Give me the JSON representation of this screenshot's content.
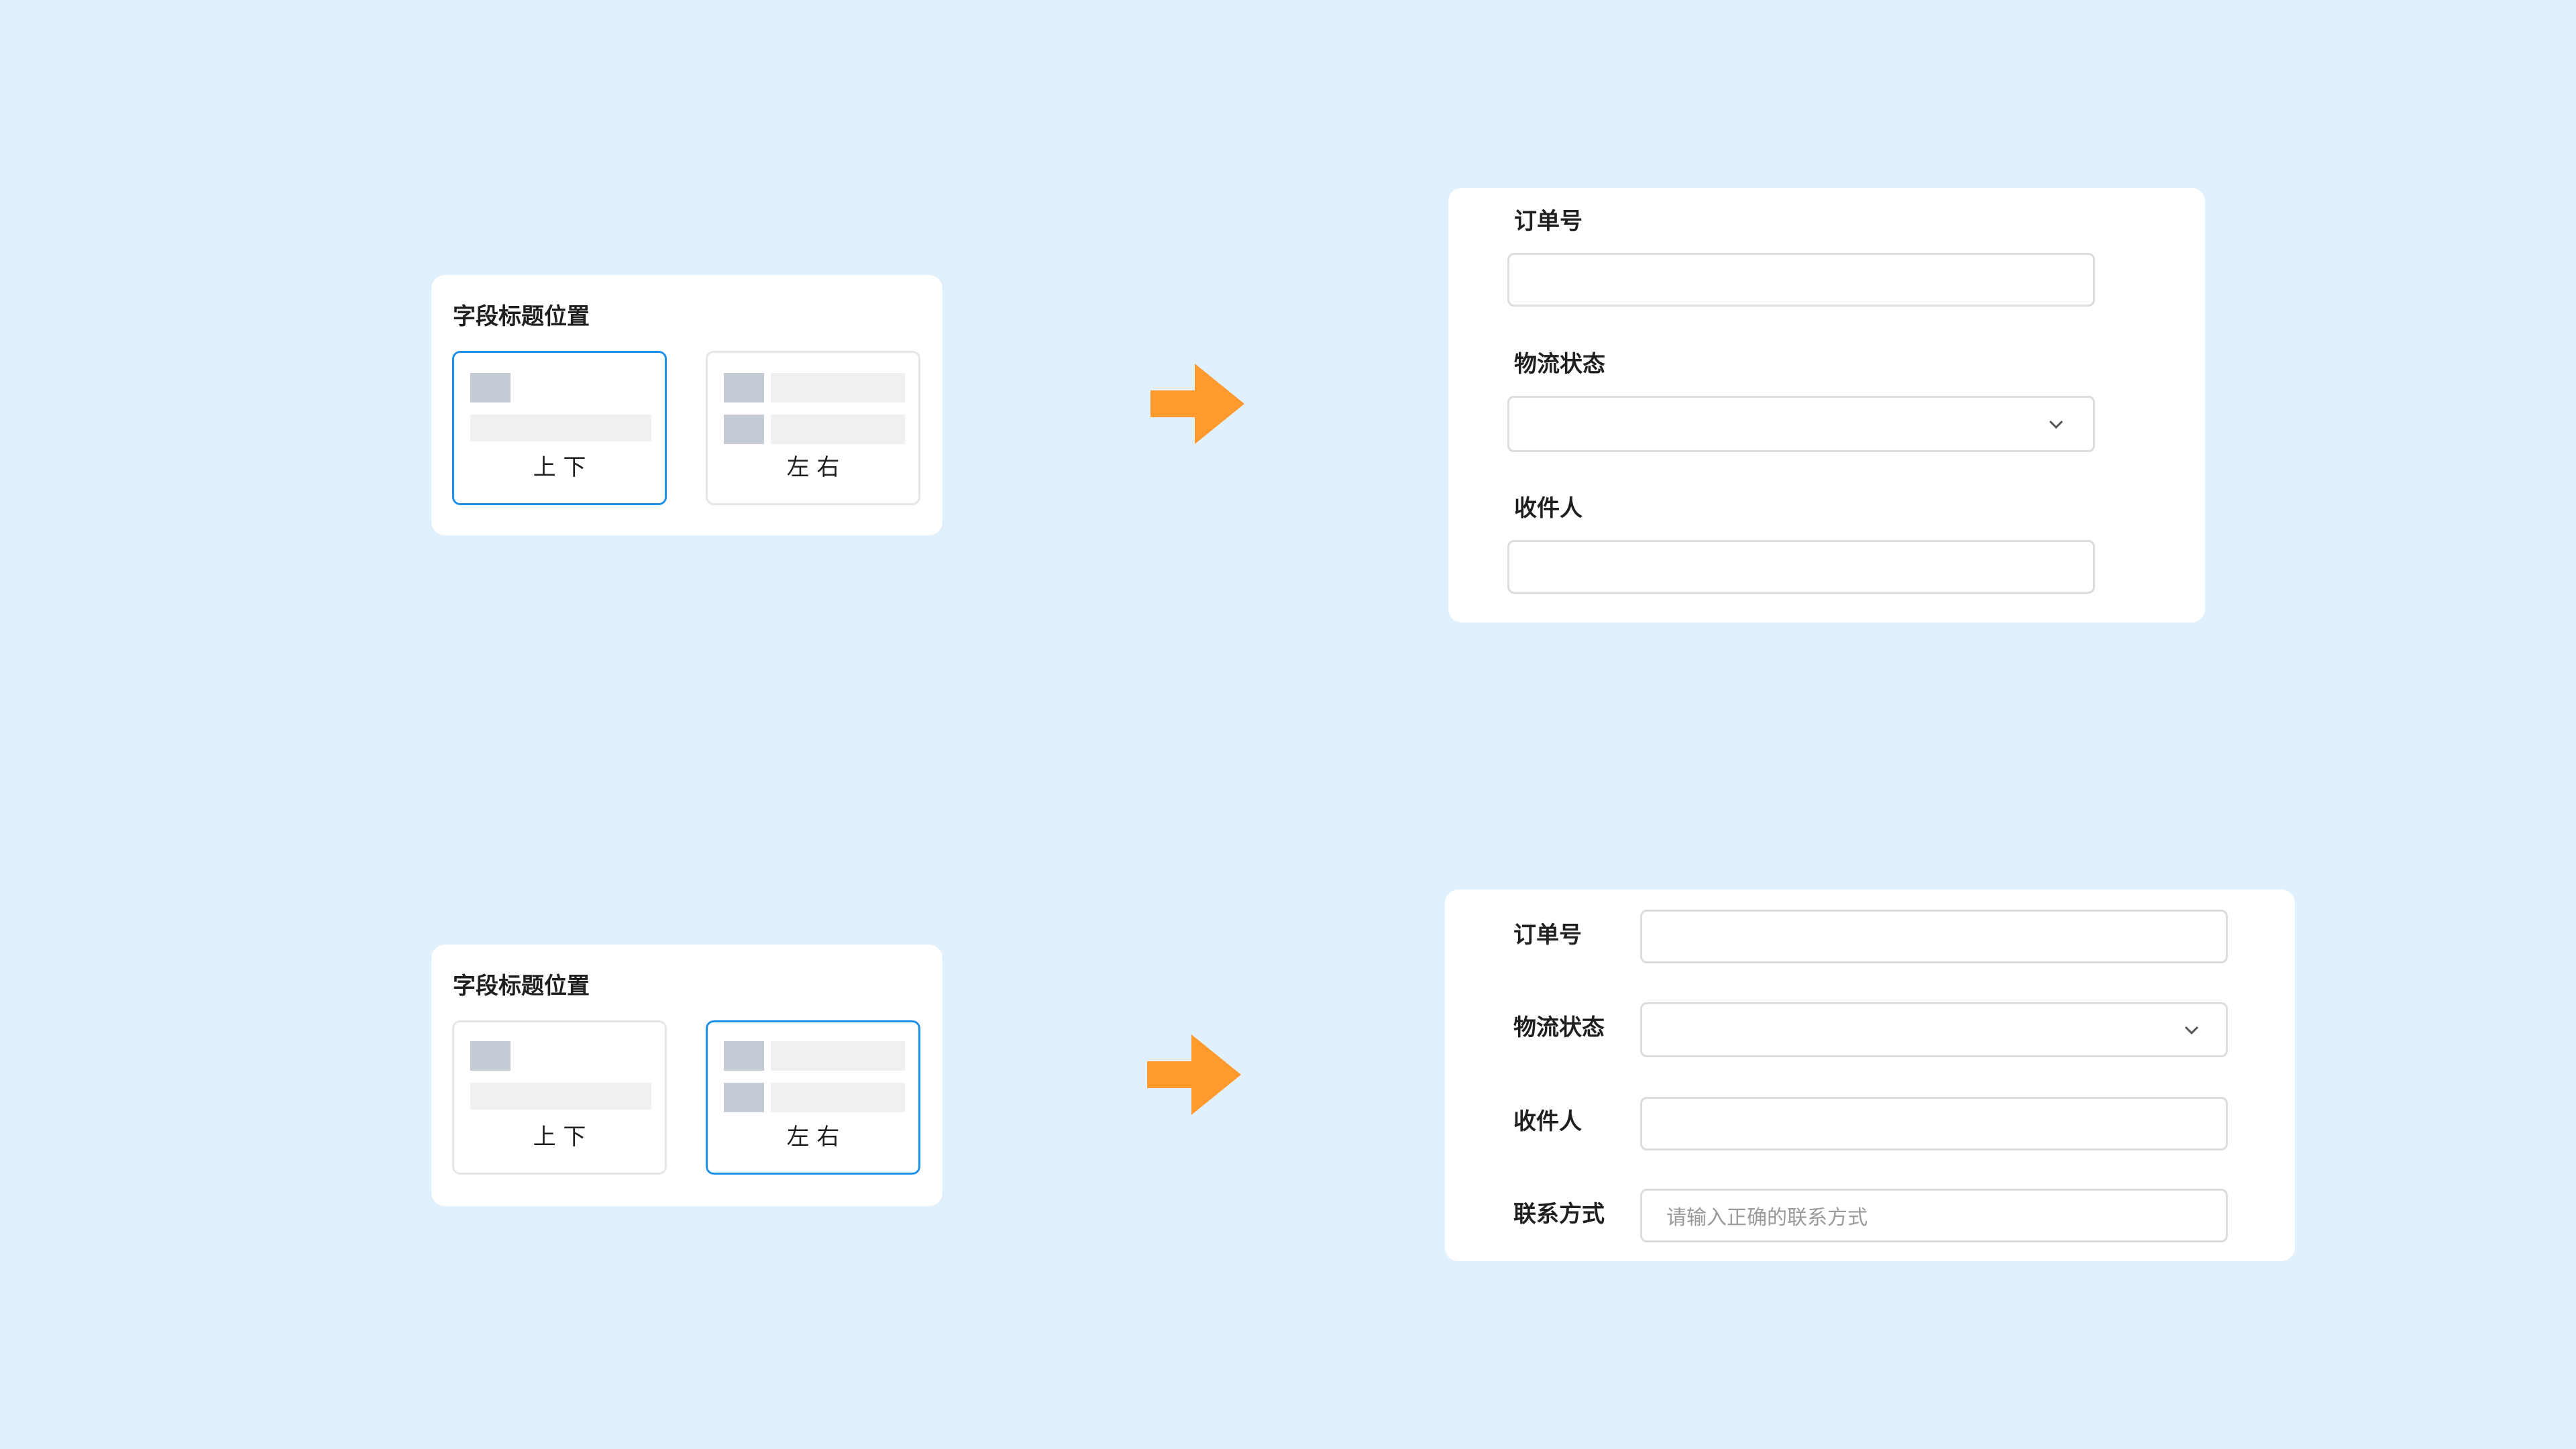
{
  "top_setting": {
    "title": "字段标题位置",
    "options": [
      {
        "label": "上 下",
        "selected": true
      },
      {
        "label": "左 右",
        "selected": false
      }
    ]
  },
  "bottom_setting": {
    "title": "字段标题位置",
    "options": [
      {
        "label": "上 下",
        "selected": false
      },
      {
        "label": "左 右",
        "selected": true
      }
    ]
  },
  "vertical_form": {
    "fields": [
      {
        "label": "订单号",
        "type": "input",
        "value": ""
      },
      {
        "label": "物流状态",
        "type": "select",
        "value": ""
      },
      {
        "label": "收件人",
        "type": "input",
        "value": ""
      }
    ]
  },
  "horizontal_form": {
    "fields": [
      {
        "label": "订单号",
        "type": "input",
        "value": ""
      },
      {
        "label": "物流状态",
        "type": "select",
        "value": ""
      },
      {
        "label": "收件人",
        "type": "input",
        "value": ""
      },
      {
        "label": "联系方式",
        "type": "input",
        "value": "",
        "placeholder": "请输入正确的联系方式"
      }
    ]
  },
  "colors": {
    "background": "#e0f0fd",
    "selected_border": "#1e90e8",
    "arrow": "#ff9a2e"
  },
  "icons": {
    "arrow": "right-arrow-icon",
    "dropdown": "chevron-down-icon"
  }
}
